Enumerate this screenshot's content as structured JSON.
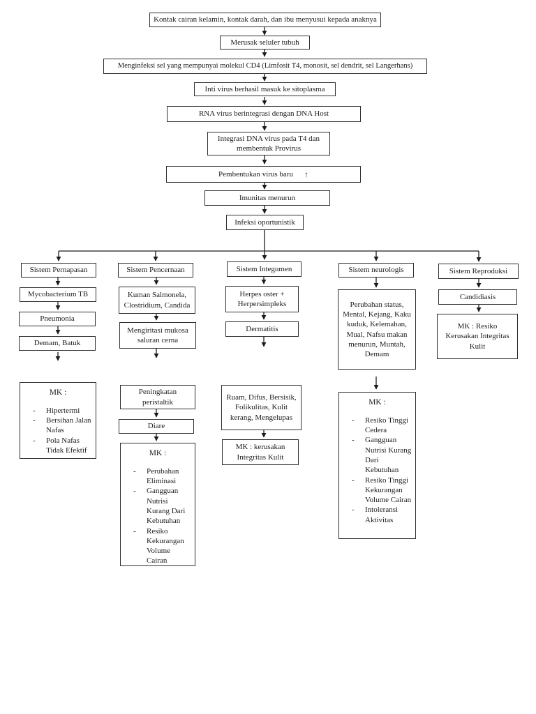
{
  "flowchart": {
    "bullet": "-",
    "up_arrow_icon": "↑",
    "colors": {
      "background": "#ffffff",
      "box_border": "#2e2e2e",
      "line": "#1c1c1c",
      "text": "#1c1c1c"
    },
    "main_chain": [
      {
        "text": "Kontak cairan kelamin, kontak darah, dan ibu menyusui kepada anaknya"
      },
      {
        "text": "Merusak seluler tubuh"
      },
      {
        "text": "Menginfeksi sel yang mempunyai molekul CD4 (Limfosit T4, monosit, sel dendrit, sel Langerhans)"
      },
      {
        "text": "Inti virus berhasil masuk ke sitoplasma"
      },
      {
        "text": "RNA virus berintegrasi dengan DNA Host"
      },
      {
        "text": "Integrasi DNA virus pada T4 dan membentuk Provirus"
      },
      {
        "text": "Pembentukan virus baru"
      },
      {
        "text": "Imunitas menurun"
      },
      {
        "text": "Infeksi oportunistik"
      }
    ],
    "columns": [
      {
        "header": "Sistem Pernapasan",
        "boxes": [
          "Mycobacterium TB",
          "Pneumonia",
          "Demam, Batuk"
        ],
        "mk": {
          "title": "MK :",
          "items": [
            "Hipertermi",
            "Bersihan Jalan Nafas",
            "Pola Nafas Tidak Efektif"
          ]
        }
      },
      {
        "header": "Sistem Pencernaan",
        "boxes": [
          "Kuman Salmonela, Clostridium, Candida",
          "Mengiritasi mukosa saluran cerna",
          "Peningkatan peristaltik",
          "Diare"
        ],
        "mk": {
          "title": "MK :",
          "items": [
            "Perubahan Eliminasi",
            "Gangguan Nutrisi Kurang Dari Kebutuhan",
            "Resiko Kekurangan Volume Cairan"
          ]
        }
      },
      {
        "header": "Sistem Integumen",
        "boxes": [
          "Herpes oster + Herpersimpleks",
          "Dermatitis",
          "Ruam, Difus, Bersisik, Folikulitas, Kulit kerang, Mengelupas",
          "MK : kerusakan Integritas Kulit"
        ]
      },
      {
        "header": "Sistem neurologis",
        "boxes": [
          "Perubahan status, Mental, Kejang, Kaku kuduk, Kelemahan, Mual, Nafsu makan menurun, Muntah, Demam"
        ],
        "mk": {
          "title": "MK :",
          "items": [
            "Resiko Tinggi Cedera",
            "Gangguan Nutrisi Kurang Dari Kebutuhan",
            "Resiko Tinggi Kekurangan Volume Cairan",
            "Intoleransi Aktivitas"
          ]
        }
      },
      {
        "header": "Sistem Reproduksi",
        "boxes": [
          "Candidiasis",
          "MK : Resiko Kerusakan Integritas Kulit"
        ]
      }
    ]
  }
}
